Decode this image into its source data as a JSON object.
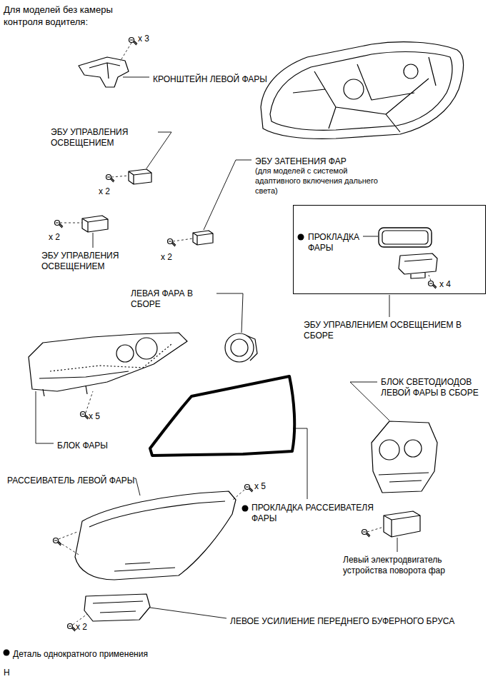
{
  "diagram": {
    "title": "Для моделей без камеры контроля водителя:",
    "nodes": [
      {
        "text": [
          "ПРОКЛАДКА ФАРЫ",
          "x 4"
        ]
      }
    ],
    "labels": [
      "x 3",
      "КРОНШТЕЙН ЛЕВОЙ ФАРЫ",
      "ЭБУ УПРАВЛЕНИЯ ОСВЕЩЕНИЕМ",
      "x 2",
      "x 2",
      "ЭБУ УПРАВЛЕНИЯ ОСВЕЩЕНИЕМ",
      "ЭБУ ЗАТЕНЕНИЯ ФАР",
      "(для моделей с системой адаптивного включения дальнего света)",
      "x 2",
      "ЛЕВАЯ ФАРА В СБОРЕ",
      "ЭБУ УПРАВЛЕНИЕМ ОСВЕЩЕНИЕМ В СБОРЕ",
      "БЛОК СВЕТОДИОДОВ ЛЕВОЙ ФАРЫ В СБОРЕ",
      "x 5",
      "БЛОК ФАРЫ",
      "РАССЕИВАТЕЛЬ ЛЕВОЙ ФАРЫ",
      "x 5",
      "ПРОКЛАДКА РАССЕИВАТЕЛЯ ФАРЫ",
      "Левый электродвигатель устройства поворота фар",
      "x 2",
      "ЛЕВОЕ УСИЛИЕНИЕ ПЕРЕДНЕГО БУФЕРНОГО БРУСА",
      "H"
    ],
    "legend": [
      {
        "text": "Деталь однократного применения"
      }
    ]
  }
}
